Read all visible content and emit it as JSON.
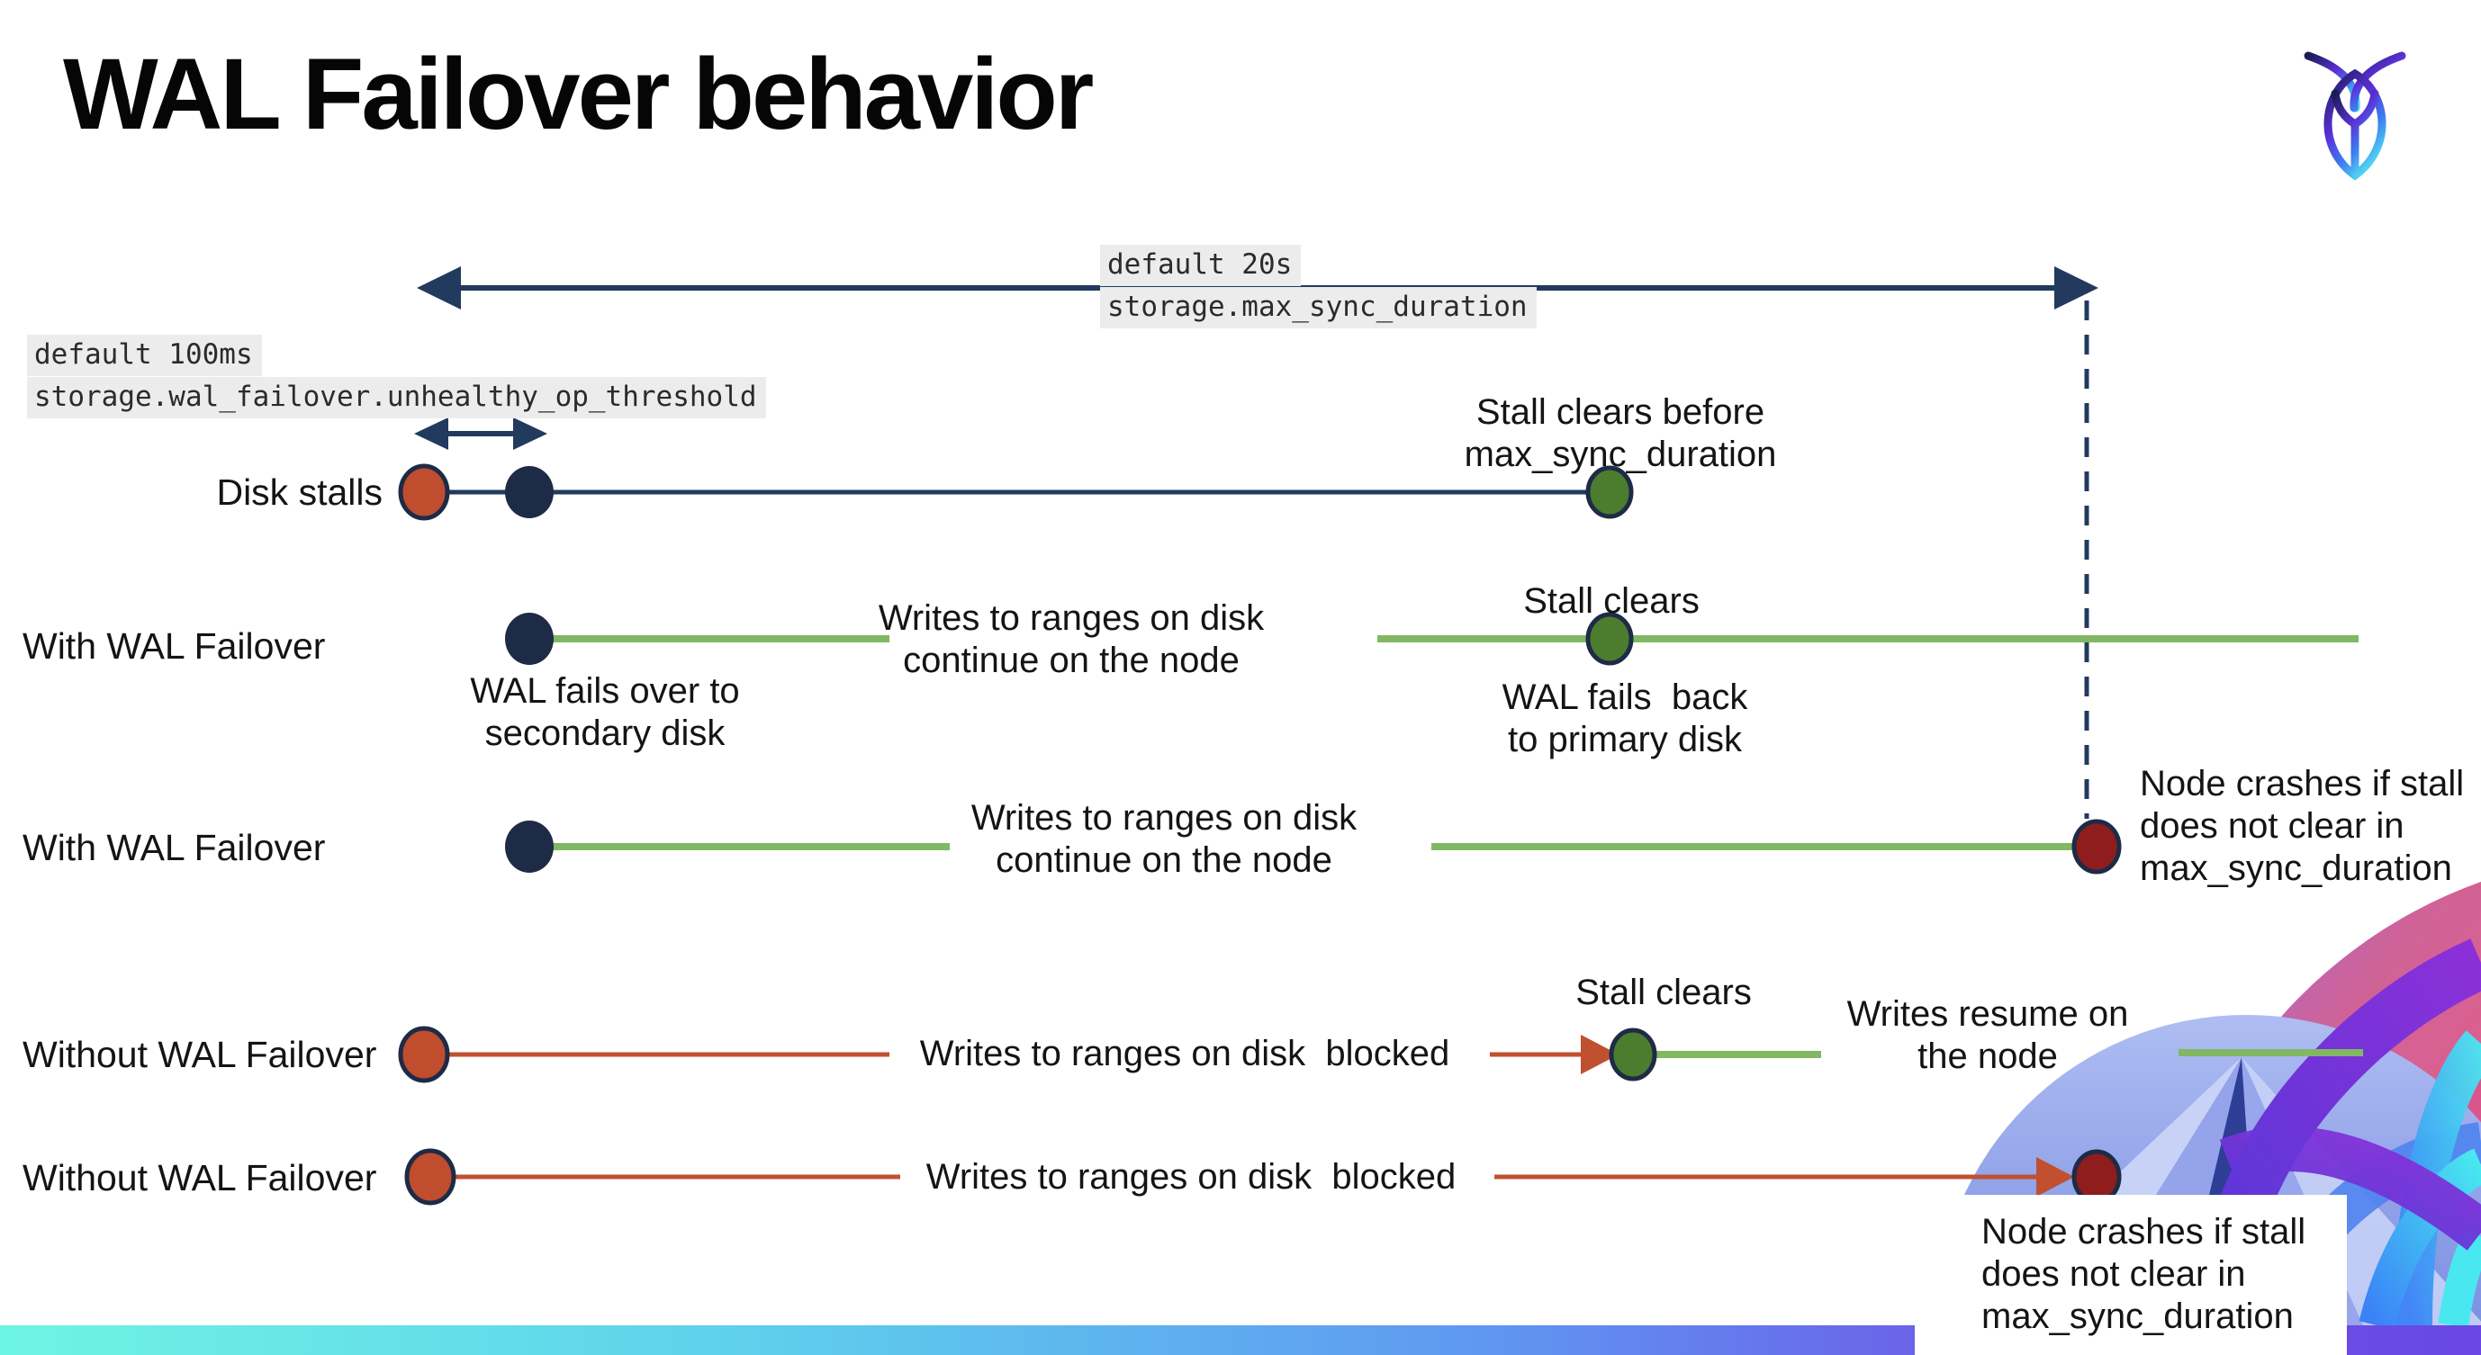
{
  "title": "WAL Failover behavior",
  "logo": "cockroachdb-logo",
  "settings": {
    "max_sync_duration": {
      "default": "default 20s",
      "name": "storage.max_sync_duration"
    },
    "unhealthy_op_threshold": {
      "default": "default 100ms",
      "name": "storage.wal_failover.unhealthy_op_threshold"
    }
  },
  "rows": {
    "disk_stalls": {
      "label": "Disk stalls",
      "stall_clears_note": "Stall clears before\nmax_sync_duration"
    },
    "with_wal_failover_1": {
      "label": "With WAL Failover",
      "failover_note": "WAL fails over to\nsecondary disk",
      "writes_note": "Writes to ranges on disk\ncontinue on the node",
      "stall_clears_note": "Stall clears",
      "failback_note": "WAL fails  back\nto primary disk"
    },
    "with_wal_failover_2": {
      "label": "With WAL Failover",
      "writes_note": "Writes to ranges on disk\ncontinue on the node",
      "crash_note": "Node crashes if stall\ndoes not clear in\nmax_sync_duration"
    },
    "without_wal_failover_1": {
      "label": "Without WAL Failover",
      "writes_note": "Writes to ranges on disk  blocked",
      "stall_clears_note": "Stall clears",
      "resume_note": "Writes resume on\nthe node"
    },
    "without_wal_failover_2": {
      "label": "Without WAL Failover",
      "writes_note": "Writes to ranges on disk  blocked",
      "crash_note": "Node crashes if stall\ndoes not clear in\nmax_sync_duration"
    }
  },
  "colors": {
    "navy_line": "#223a5e",
    "navy_dot": "#1e2b47",
    "red_line": "#c0502f",
    "red_dot": "#bf4d2e",
    "dark_red_dot": "#8f1d1d",
    "green_line": "#82b763",
    "green_dot": "#4c7c2e",
    "label_highlight": "#ececec",
    "bottom_bar_left": "#6ef4e3",
    "bottom_bar_mid": "#5f97f1",
    "bottom_bar_right": "#6a46e4"
  }
}
